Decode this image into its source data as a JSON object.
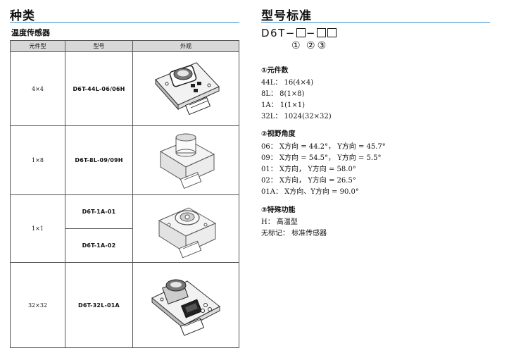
{
  "left": {
    "title": "种类",
    "subtitle": "温度传感器",
    "table": {
      "headers": [
        "元件型",
        "型号",
        "外观"
      ],
      "rows": [
        {
          "element": "4×4",
          "models": [
            "D6T-44L-06/06H"
          ]
        },
        {
          "element": "1×8",
          "models": [
            "D6T-8L-09/09H"
          ]
        },
        {
          "element": "1×1",
          "models": [
            "D6T-1A-01",
            "D6T-1A-02"
          ]
        },
        {
          "element": "32×32",
          "models": [
            "D6T-32L-01A"
          ]
        }
      ]
    }
  },
  "right": {
    "title": "型号标准",
    "model_code": {
      "prefix": "D6T−",
      "sep": "−"
    },
    "circled": [
      "①",
      "②",
      "③"
    ],
    "sections": [
      {
        "heading": "①元件数",
        "lines": [
          "44L：  16(4×4)",
          "8L：  8(1×8)",
          "1A：  1(1×1)",
          "32L：  1024(32×32)"
        ]
      },
      {
        "heading": "②视野角度",
        "lines": [
          "06：  X方向 = 44.2°，  Y方向 = 45.7°",
          "09：  X方向 = 54.5°，  Y方向 = 5.5°",
          "01：  X方向，  Y方向 = 58.0°",
          "02：  X方向，  Y方向 = 26.5°",
          "01A：  X方向、Y方向 = 90.0°"
        ]
      },
      {
        "heading": "③特殊功能",
        "lines": [
          "H：  高温型",
          "无标记：  标准传感器"
        ]
      }
    ]
  }
}
